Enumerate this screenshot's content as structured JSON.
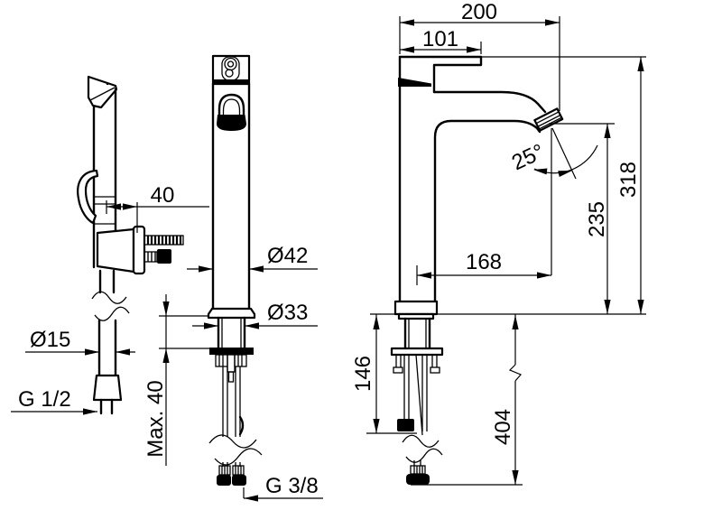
{
  "drawing": {
    "title": "Basin mixer with hand shower - dimensional drawing",
    "unit": "mm",
    "colors": {
      "line": "#000000",
      "background": "#ffffff"
    },
    "views": {
      "left": "hand shower with wall bracket and supply hose",
      "middle": "mixer front view with installation parts",
      "right": "mixer side view with spout projection and installation depth"
    },
    "dimensions": {
      "spout_reach_total": "200",
      "lever_length": "101",
      "height_total": "318",
      "spout_height": "235",
      "spout_reach_axis": "168",
      "spout_angle": "25°",
      "body_diameter": "Ø42",
      "neck_diameter": "Ø33",
      "bracket_depth": "40",
      "hose_diameter": "Ø15",
      "hose_thread": "G 1/2",
      "deck_thickness_max": "Max. 40",
      "underdeck_clearance": "146",
      "supply_hose_length": "404",
      "supply_thread": "G 3/8"
    }
  }
}
